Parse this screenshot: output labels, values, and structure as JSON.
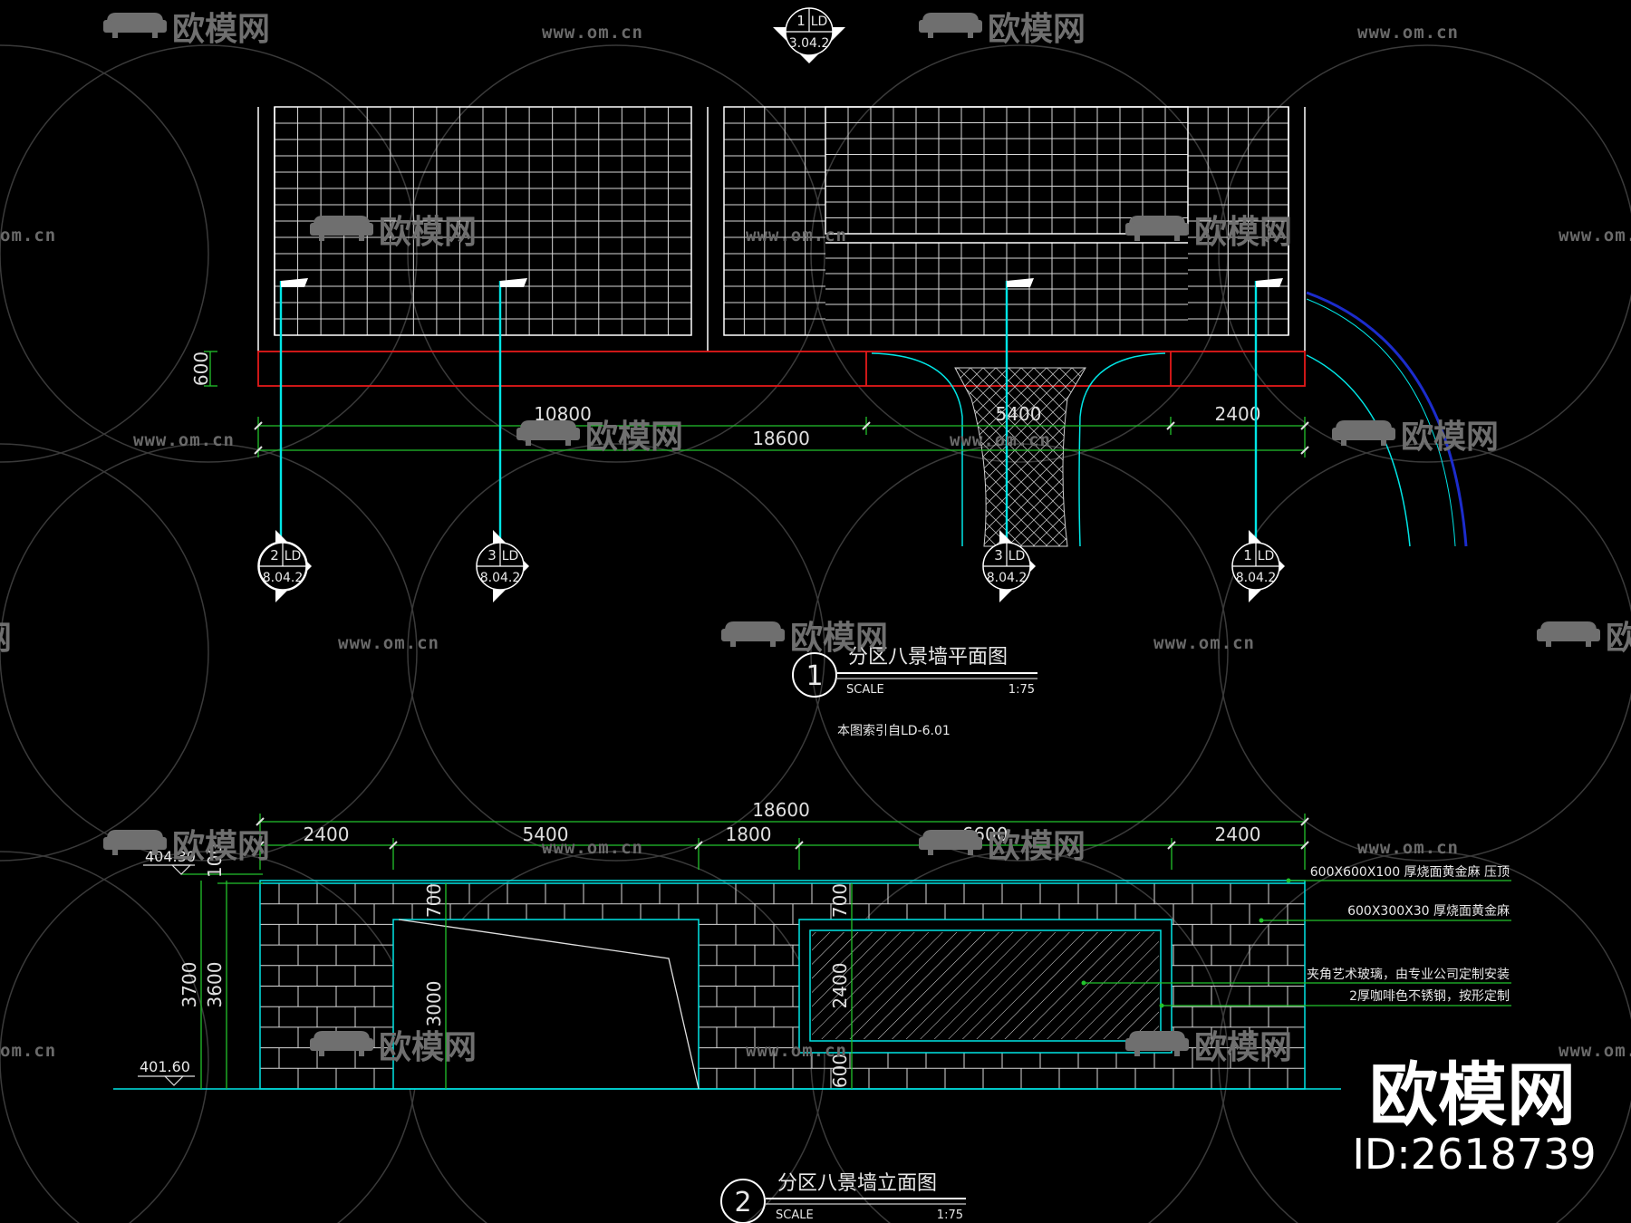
{
  "watermark": {
    "brand": "欧模网",
    "url": "www.om.cn",
    "url_short": "om.cn",
    "id_text": "ID:2618739",
    "icon": "sofa-icon"
  },
  "plan": {
    "title": "分区八景墙平面图",
    "number": "1",
    "scale_label": "SCALE",
    "scale": "1:75",
    "note": "本图索引自LD-6.01",
    "dims": {
      "d600": "600",
      "d10800": "10800",
      "d5400": "5400",
      "d2400": "2400",
      "d18600": "18600"
    },
    "section_top": {
      "num": "1",
      "code": "LD",
      "sheet": "3.04.2"
    },
    "sections": [
      {
        "num": "2",
        "code": "LD",
        "sheet": "8.04.2"
      },
      {
        "num": "3",
        "code": "LD",
        "sheet": "8.04.2"
      },
      {
        "num": "3",
        "code": "LD",
        "sheet": "8.04.2"
      },
      {
        "num": "1",
        "code": "LD",
        "sheet": "8.04.2"
      }
    ]
  },
  "elevation": {
    "title": "分区八景墙立面图",
    "number": "2",
    "scale_label": "SCALE",
    "scale": "1:75",
    "dims_top": {
      "total": "18600",
      "a": "2400",
      "b": "5400",
      "c": "1800",
      "d": "6600",
      "e": "2400"
    },
    "dims_vert": {
      "d100": "100",
      "d3700": "3700",
      "d3600": "3600",
      "d700a": "700",
      "d3000": "3000",
      "d700b": "700",
      "d2400": "2400",
      "d600": "600"
    },
    "levels": {
      "top": "404.30",
      "bottom": "401.60"
    },
    "annotations": [
      "600X600X100  厚烧面黄金麻  压顶",
      "600X300X30  厚烧面黄金麻",
      "夹角艺术玻璃，由专业公司定制安装",
      "2厚咖啡色不锈钢，按形定制"
    ]
  },
  "colors": {
    "background": "#000000",
    "grid": "#ffffff",
    "cyan": "#00e5e5",
    "green": "#22c32c",
    "red": "#e41a1a",
    "blue": "#1c2ccc",
    "watermark": "#6f6f6f"
  }
}
